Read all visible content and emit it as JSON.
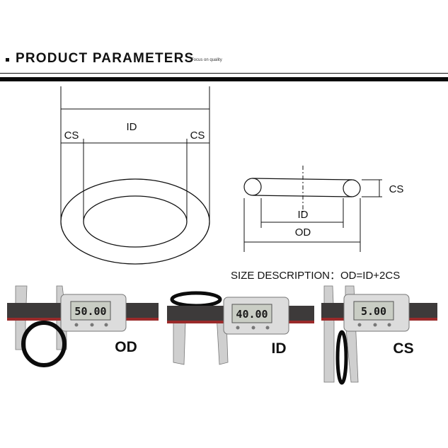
{
  "header": {
    "title": "PRODUCT PARAMETERS",
    "subtitle": "Focus on quality"
  },
  "diagram": {
    "ring_labels": {
      "id": "ID",
      "cs_left": "CS",
      "cs_right": "CS"
    },
    "section_labels": {
      "cs": "CS",
      "id": "ID",
      "od": "OD"
    },
    "formula": "SIZE DESCRIPTION：OD=ID+2CS"
  },
  "photos": [
    {
      "label": "OD",
      "reading": "50.00"
    },
    {
      "label": "ID",
      "reading": "40.00"
    },
    {
      "label": "CS",
      "reading": "5.00"
    }
  ]
}
